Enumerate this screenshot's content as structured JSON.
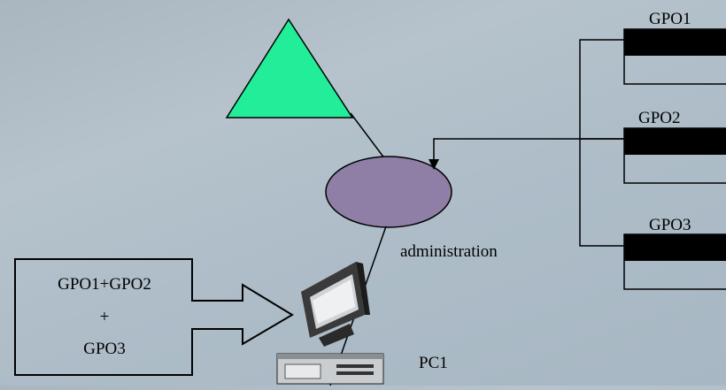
{
  "gpos": [
    {
      "label": "GPO1"
    },
    {
      "label": "GPO2"
    },
    {
      "label": "GPO3"
    }
  ],
  "ou_label": "administration",
  "pc_label": "PC1",
  "result_box": {
    "line1": "GPO1+GPO2",
    "line2": "+",
    "line3": "GPO3"
  },
  "colors": {
    "domain_triangle": "#22ee99",
    "ou_ellipse": "#8f7fa6",
    "gpo_bar": "#000000"
  }
}
